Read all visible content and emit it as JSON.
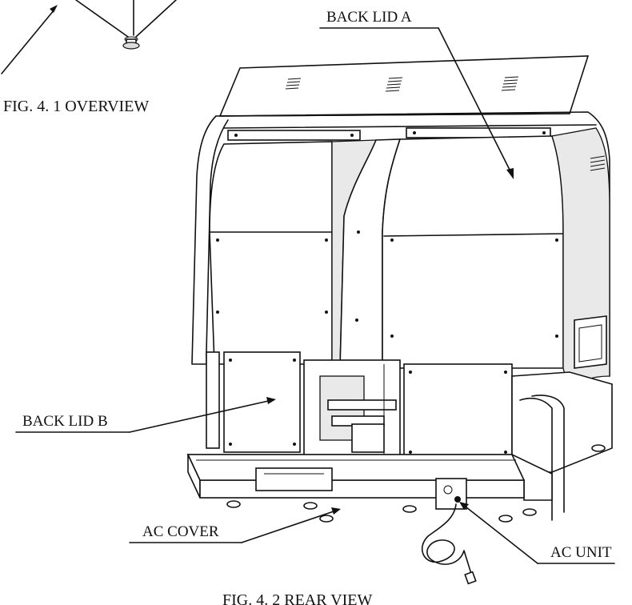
{
  "figure": {
    "overview_caption": "FIG. 4. 1 OVERVIEW",
    "rear_caption": "FIG. 4. 2 REAR VIEW"
  },
  "labels": {
    "back_lid_a": "BACK LID A",
    "back_lid_b": "BACK LID B",
    "ac_cover": "AC COVER",
    "ac_unit": "AC UNIT"
  }
}
